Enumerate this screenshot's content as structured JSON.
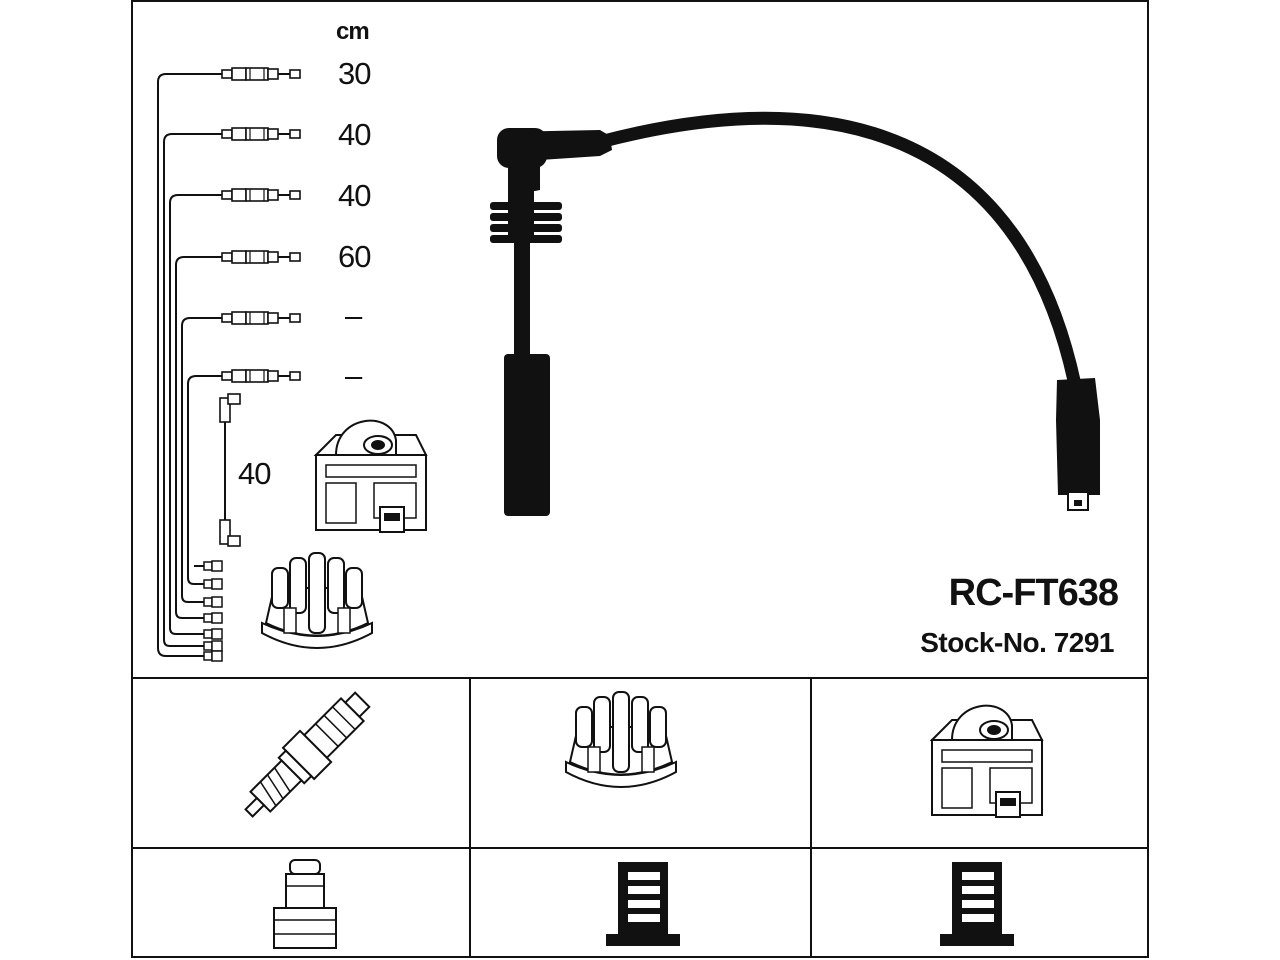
{
  "diagram": {
    "unit_label": "cm",
    "lead_lengths": [
      "30",
      "40",
      "40",
      "60",
      "–",
      "–"
    ],
    "coil_lead_length": "40",
    "product_code": "RC-FT638",
    "stock_number": "Stock-No. 7291"
  },
  "components": {
    "top_row": [
      "spark-plug",
      "distributor-cap",
      "ignition-coil"
    ],
    "bottom_row": [
      "spark-plug-terminal",
      "distributor-cap-terminal",
      "ignition-coil-terminal"
    ]
  }
}
